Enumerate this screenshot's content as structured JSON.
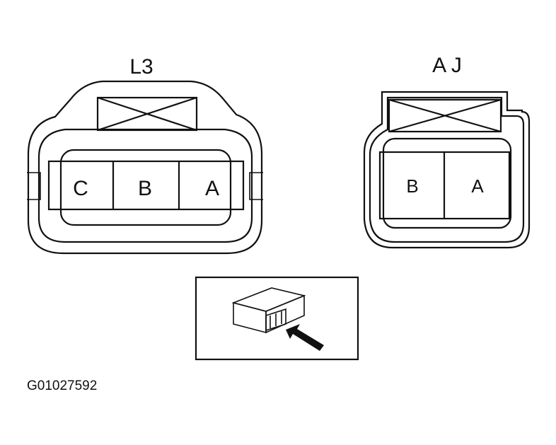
{
  "connectors": [
    {
      "id": "L3",
      "label": "L3",
      "pins": [
        "C",
        "B",
        "A"
      ]
    },
    {
      "id": "AJ",
      "label": "A J",
      "pins": [
        "B",
        "A"
      ]
    }
  ],
  "reference_code": "G01027592"
}
